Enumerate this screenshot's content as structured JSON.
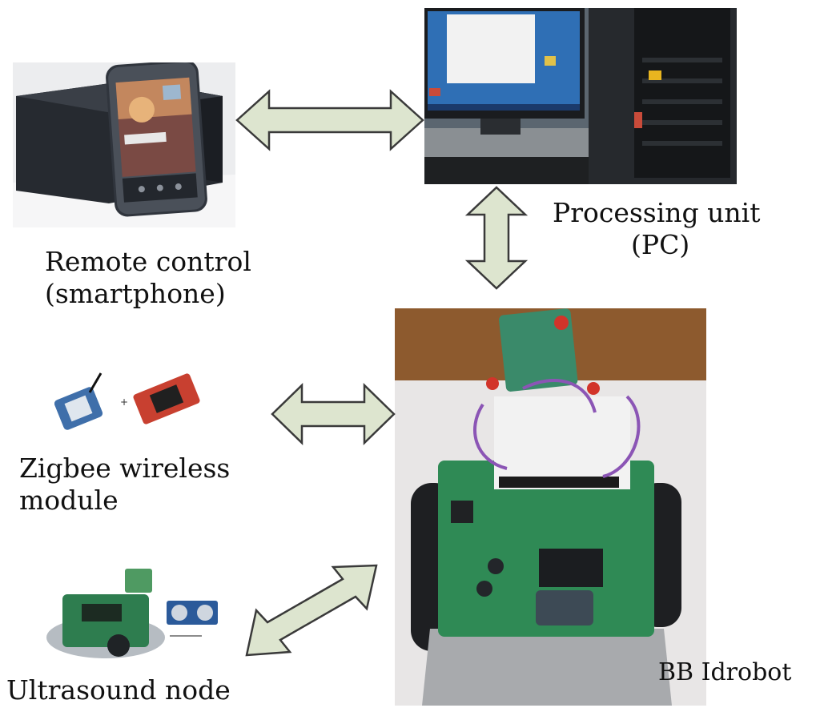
{
  "labels": {
    "remote_line1": "Remote control",
    "remote_line2": "(smartphone)",
    "pc_line1": "Processing unit",
    "pc_line2": "(PC)",
    "zigbee_line1": "Zigbee wireless",
    "zigbee_line2": "module",
    "ultrasound": "Ultrasound node",
    "robot": "BB Idrobot"
  },
  "colors": {
    "arrow_fill": "#dde5cf",
    "arrow_stroke": "#3a3a3a"
  }
}
